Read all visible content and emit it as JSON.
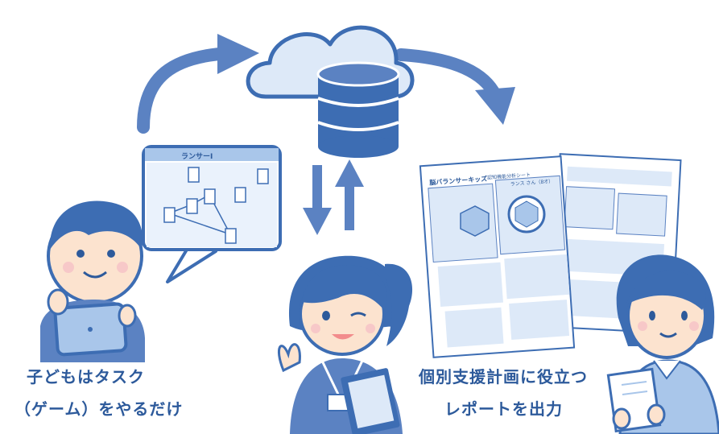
{
  "diagram": {
    "left_caption": {
      "line1": "子どもはタスク",
      "line2": "（ゲーム）をやるだけ"
    },
    "right_caption": {
      "line1": "個別支援計画に役立つ",
      "line2": "レポートを出力"
    },
    "report": {
      "brand": "脳バランサーキッズ",
      "title": "認知機能分析シート",
      "name": "ランス さん（8才）"
    },
    "tablet": {
      "app_label": "ランサーⅠ"
    }
  },
  "colors": {
    "primary": "#3d6db3",
    "light": "#a9c6ea",
    "pale": "#dde9f8",
    "skin": "#fce3cf",
    "text": "#2d5a9b"
  }
}
